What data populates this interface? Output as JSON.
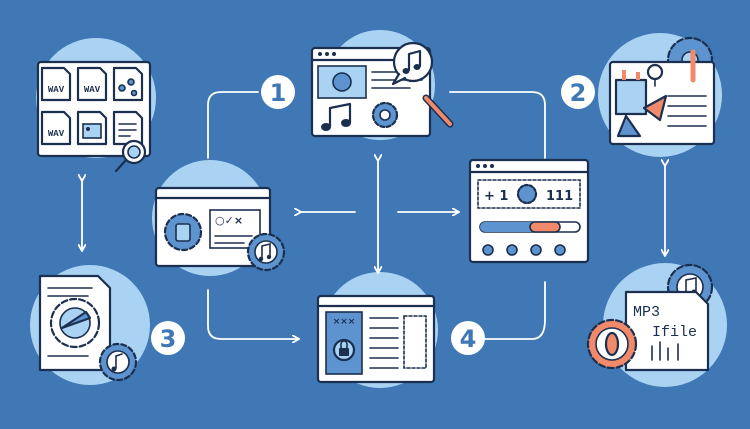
{
  "colors": {
    "background": "#3f78b5",
    "circle": "#a9d2f3",
    "outline": "#1b2f4f",
    "accent": "#f08a6a",
    "panel": "#ffffff",
    "arrow": "#ffffff",
    "mid_blue": "#5d93cf"
  },
  "steps": [
    {
      "number": "1",
      "icon": "music-editor-window-icon"
    },
    {
      "number": "2",
      "icon": "design-tools-icon"
    },
    {
      "number": "3",
      "icon": "settings-document-icon"
    },
    {
      "number": "4",
      "icon": "security-app-window-icon"
    }
  ],
  "files": {
    "wav_label": "WAV",
    "mp3_label": "MP3",
    "file_label": "Ifile"
  },
  "equalizer": {
    "left_text": "+ 1",
    "right_text": "111",
    "progress": 0.8
  },
  "checklist": {
    "marks": "○✓×"
  },
  "window_title_marks": "×××"
}
